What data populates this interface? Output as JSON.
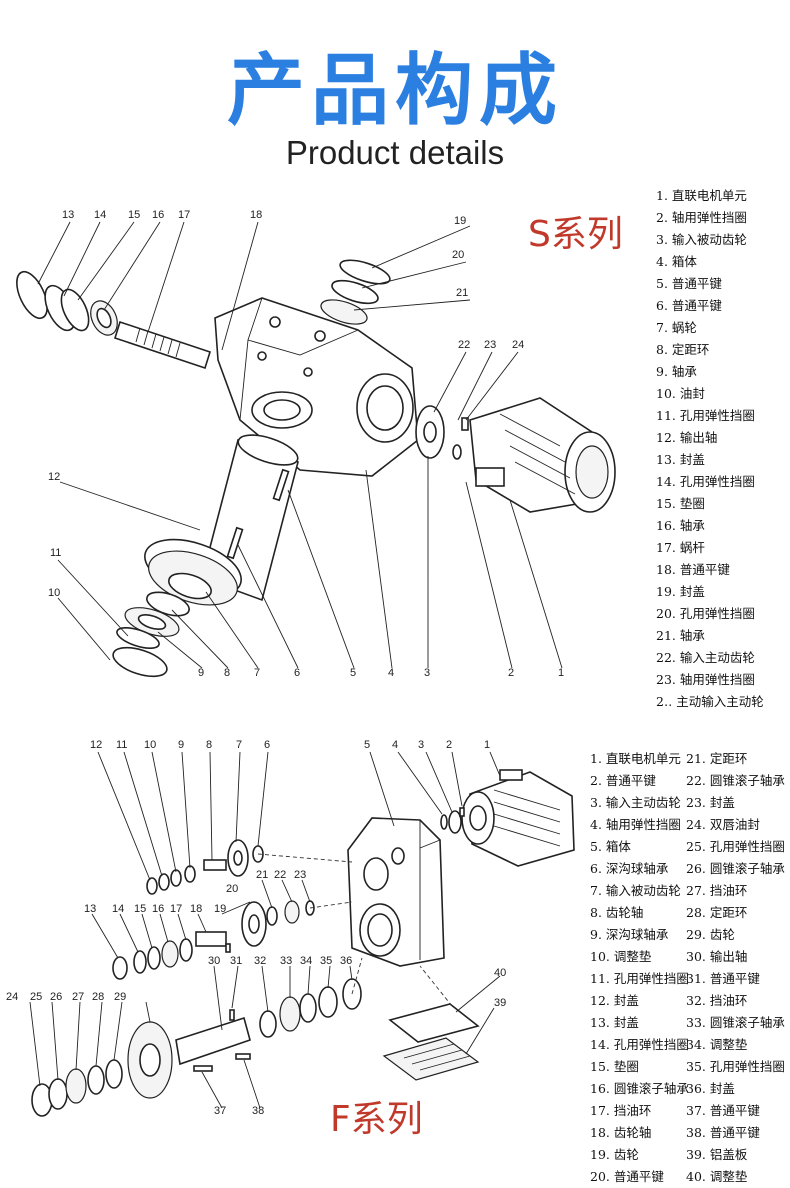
{
  "header": {
    "title_cn": "产品构成",
    "title_en": "Product details"
  },
  "s_series": {
    "title": "S系列",
    "legend": [
      "1. 直联电机单元",
      "2. 轴用弹性挡圈",
      "3. 输入被动齿轮",
      "4. 箱体",
      "5. 普通平键",
      "6. 普通平键",
      "7. 蜗轮",
      "8. 定距环",
      "9. 轴承",
      "10. 油封",
      "11. 孔用弹性挡圈",
      "12. 输出轴",
      "13. 封盖",
      "14. 孔用弹性挡圈",
      "15. 垫圈",
      "16. 轴承",
      "17. 蜗杆",
      "18. 普通平键",
      "19. 封盖",
      "20. 孔用弹性挡圈",
      "21. 轴承",
      "22. 输入主动齿轮",
      "23. 轴用弹性挡圈",
      "2‥ 主动输入主动轮"
    ],
    "callouts": [
      "1",
      "2",
      "3",
      "4",
      "5",
      "6",
      "7",
      "8",
      "9",
      "10",
      "11",
      "12",
      "13",
      "14",
      "15",
      "16",
      "17",
      "18",
      "19",
      "20",
      "21",
      "22",
      "23",
      "24"
    ]
  },
  "f_series": {
    "title": "F系列",
    "legend_left": [
      "1. 直联电机单元",
      "2. 普通平键",
      "3. 输入主动齿轮",
      "4. 轴用弹性挡圈",
      "5. 箱体",
      "6. 深沟球轴承",
      "7. 输入被动齿轮",
      "8. 齿轮轴",
      "9. 深沟球轴承",
      "10. 调整垫",
      "11. 孔用弹性挡圈",
      "12. 封盖",
      "13. 封盖",
      "14. 孔用弹性挡圈",
      "15. 垫圈",
      "16. 圆锥滚子轴承",
      "17. 挡油环",
      "18. 齿轮轴",
      "19. 齿轮",
      "20. 普通平键"
    ],
    "legend_right": [
      "21. 定距环",
      "22. 圆锥滚子轴承",
      "23. 封盖",
      "24. 双唇油封",
      "25. 孔用弹性挡圈",
      "26. 圆锥滚子轴承",
      "27. 挡油环",
      "28. 定距环",
      "29. 齿轮",
      "30. 输出轴",
      "31. 普通平键",
      "32. 挡油环",
      "33. 圆锥滚子轴承",
      "34. 调整垫",
      "35. 孔用弹性挡圈",
      "36. 封盖",
      "37. 普通平键",
      "38. 普通平键",
      "39. 铝盖板",
      "40. 调整垫"
    ],
    "callouts": [
      "1",
      "2",
      "3",
      "4",
      "5",
      "6",
      "7",
      "8",
      "9",
      "10",
      "11",
      "12",
      "13",
      "14",
      "15",
      "16",
      "17",
      "18",
      "19",
      "20",
      "21",
      "22",
      "23",
      "24",
      "25",
      "26",
      "27",
      "28",
      "29",
      "30",
      "31",
      "32",
      "33",
      "34",
      "35",
      "36",
      "37",
      "38",
      "39",
      "40"
    ]
  }
}
